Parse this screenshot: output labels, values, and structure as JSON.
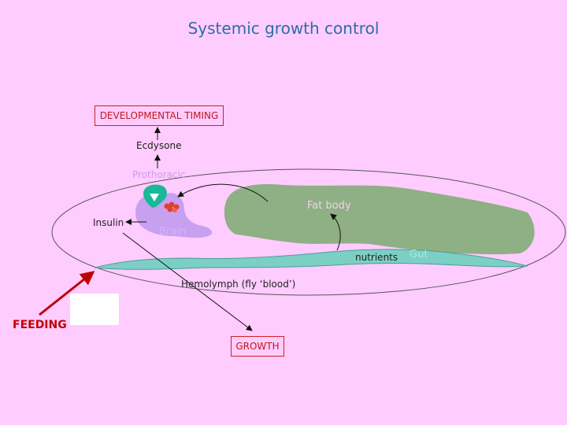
{
  "title": "Systemic growth control",
  "labels": {
    "developmental_timing": "DEVELOPMENTAL TIMING",
    "ecdysone": "Ecdysone",
    "prothoracic": "Prothoracic",
    "fat_body": "Fat body",
    "insulin": "Insulin",
    "brain": "Brain",
    "nutrients": "nutrients",
    "gut": "Gut",
    "hemolymph": "Hemolymph (fly ‘blood’)",
    "feeding": "FEEDING",
    "growth": "GROWTH"
  },
  "colors": {
    "background": "#FFCCFF",
    "title": "#2E6EA6",
    "box_border": "#D02020",
    "fat_body": "#8FAF84",
    "gut": "#7CCFC4",
    "brain": "#C8A0F0",
    "prothoracic_gland": "#18B898",
    "feeding_arrow": "#C00000"
  }
}
